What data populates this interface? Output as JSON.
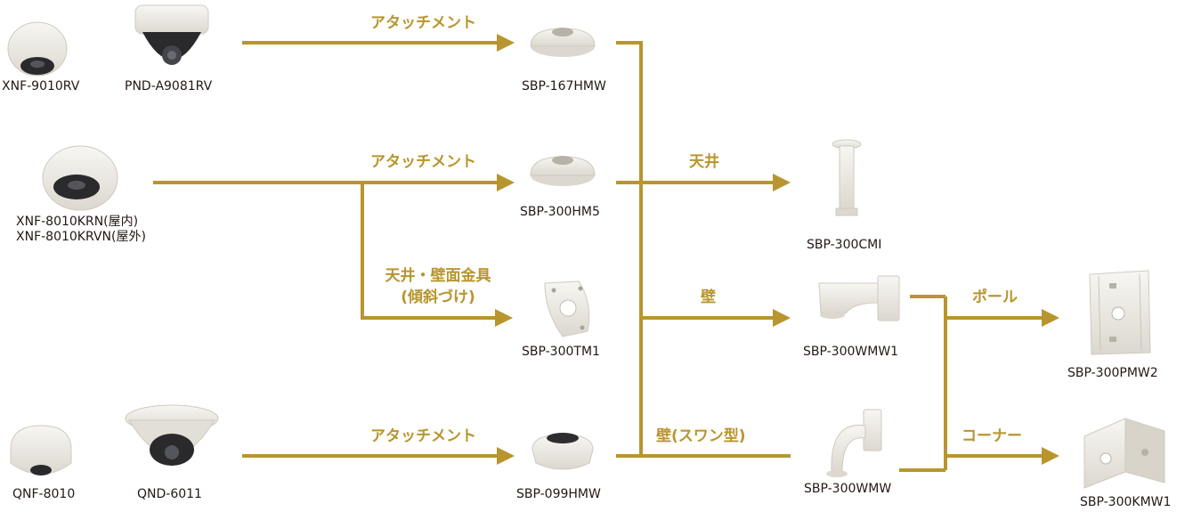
{
  "colors": {
    "connector": "#b8952e",
    "product_shell": "#e9e6df",
    "lens": "#2a2a2d",
    "text": "#231815"
  },
  "cameras": {
    "xnf9010rv": "XNF-9010RV",
    "pnda9081rv": "PND-A9081RV",
    "xnf8010krn": "XNF-8010KRN(屋内)",
    "xnf8010krvn": "XNF-8010KRVN(屋外)",
    "qnf8010": "QNF-8010",
    "qnd6011": "QND-6011"
  },
  "accessories": {
    "sbp167hmw": "SBP-167HMW",
    "sbp300hm5": "SBP-300HM5",
    "sbp300tm1": "SBP-300TM1",
    "sbp099hmw": "SBP-099HMW",
    "sbp300cmi": "SBP-300CMI",
    "sbp300wmw1": "SBP-300WMW1",
    "sbp300wmw": "SBP-300WMW",
    "sbp300pmw2": "SBP-300PMW2",
    "sbp300kmw1": "SBP-300KMW1"
  },
  "connectors": {
    "attach1": "アタッチメント",
    "attach2": "アタッチメント",
    "tilt_line1": "天井・壁面金具",
    "tilt_line2": "(傾斜づけ)",
    "attach3": "アタッチメント",
    "ceiling": "天井",
    "wall": "壁",
    "wall_swan": "壁(スワン型)",
    "pole": "ポール",
    "corner": "コーナー"
  }
}
